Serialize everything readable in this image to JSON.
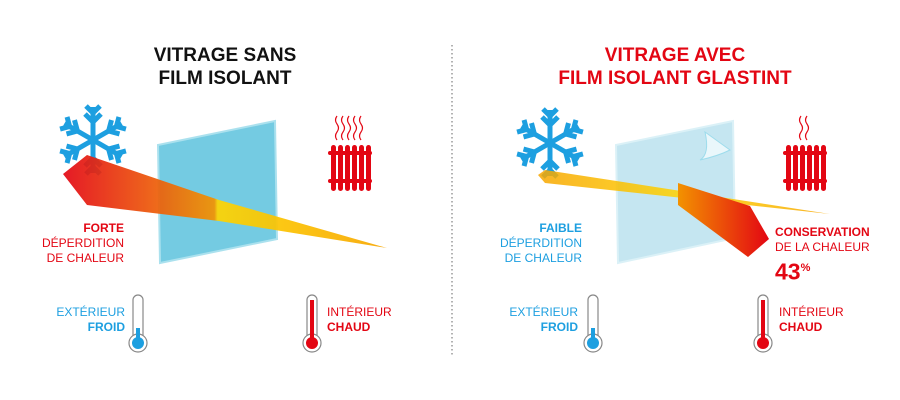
{
  "left_panel": {
    "title_line1": "VITRAGE SANS",
    "title_line2": "FILM ISOLANT",
    "loss_label_strong": "FORTE",
    "loss_label_line2": "DÉPERDITION",
    "loss_label_line3": "DE CHALEUR",
    "outside_label": "EXTÉRIEUR",
    "outside_temp": "FROID",
    "inside_label": "INTÉRIEUR",
    "inside_temp": "CHAUD"
  },
  "right_panel": {
    "title_line1": "VITRAGE AVEC",
    "title_line2": "FILM ISOLANT GLASTINT",
    "loss_label_strong": "FAIBLE",
    "loss_label_line2": "DÉPERDITION",
    "loss_label_line3": "DE CHALEUR",
    "conservation_label": "CONSERVATION",
    "conservation_line2": "DE LA CHALEUR",
    "conservation_value": "43",
    "conservation_unit": "%",
    "outside_label": "EXTÉRIEUR",
    "outside_temp": "FROID",
    "inside_label": "INTÉRIEUR",
    "inside_temp": "CHAUD"
  },
  "colors": {
    "red": "#e30613",
    "blue": "#1d9fe0",
    "yellow": "#ffd400",
    "glass": "#5cc3de"
  }
}
